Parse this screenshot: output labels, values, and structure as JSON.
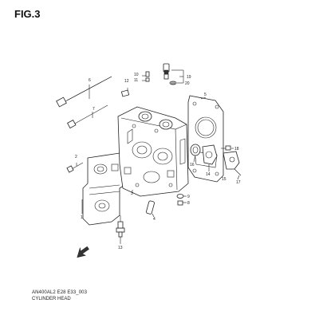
{
  "figure": {
    "title": "FIG.3"
  },
  "footer": {
    "code": "AN400AL2 E28 E33_003",
    "name": "CYLINDER HEAD"
  },
  "callouts": {
    "c1": "1",
    "c2": "2",
    "c3": "3",
    "c4": "4",
    "c5": "5",
    "c6": "6",
    "c7": "7",
    "c8": "8",
    "c9": "9",
    "c10": "10",
    "c11": "11",
    "c12": "12",
    "c13": "13",
    "c14": "14",
    "c15": "15",
    "c16": "16",
    "c17": "17",
    "c18": "18",
    "c19": "19",
    "c20": "20"
  }
}
